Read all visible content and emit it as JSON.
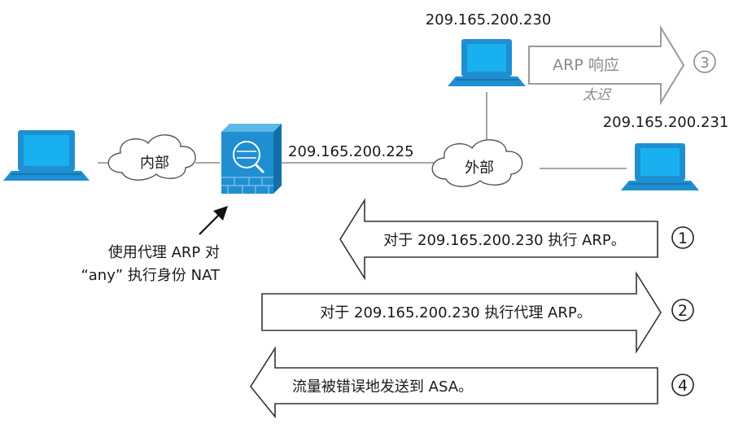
{
  "network": {
    "inside_label": "内部",
    "outside_label": "外部",
    "asa_outside_ip": "209.165.200.225",
    "host_230_ip": "209.165.200.230",
    "host_231_ip": "209.165.200.231",
    "annotation_line1": "使用代理 ARP 对",
    "annotation_line2": "“any” 执行身份 NAT"
  },
  "late_reply": {
    "label": "ARP 响应",
    "sublabel": "太迟",
    "step": "3"
  },
  "steps": [
    {
      "number": "1",
      "text": "对于 209.165.200.230 执行 ARP。"
    },
    {
      "number": "2",
      "text": "对于 209.165.200.230 执行代理 ARP。"
    },
    {
      "number": "4",
      "text": "流量被错误地发送到 ASA。"
    }
  ],
  "colors": {
    "device_blue": "#1f8fd1",
    "screen_cyan": "#19b0f0",
    "line_gray": "#8c8c8c",
    "late_arrow_gray": "#9a9a9a"
  }
}
